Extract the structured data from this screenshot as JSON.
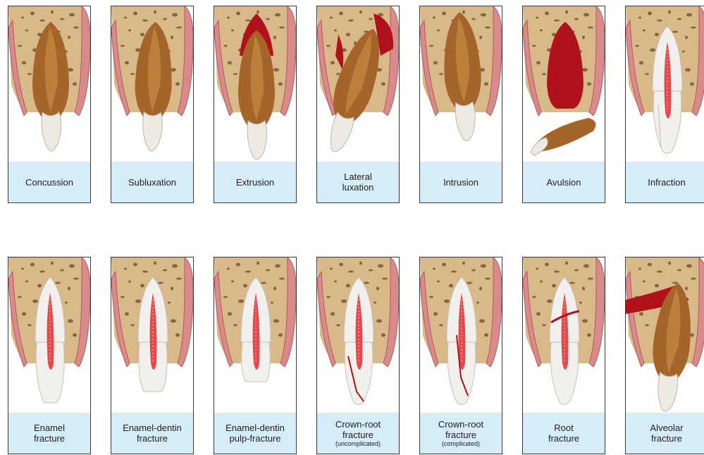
{
  "top_row": [
    {
      "id": "concussion",
      "lines": [
        "Concussion"
      ],
      "note": ""
    },
    {
      "id": "subluxation",
      "lines": [
        "Subluxation"
      ],
      "note": ""
    },
    {
      "id": "extrusion",
      "lines": [
        "Extrusion"
      ],
      "note": ""
    },
    {
      "id": "lateral-luxation",
      "lines": [
        "Lateral",
        "luxation"
      ],
      "note": ""
    },
    {
      "id": "intrusion",
      "lines": [
        "Intrusion"
      ],
      "note": ""
    },
    {
      "id": "avulsion",
      "lines": [
        "Avulsion"
      ],
      "note": ""
    },
    {
      "id": "infraction",
      "lines": [
        "Infraction"
      ],
      "note": ""
    }
  ],
  "bottom_row": [
    {
      "id": "enamel-fracture",
      "lines": [
        "Enamel",
        "fracture"
      ],
      "note": ""
    },
    {
      "id": "enamel-dentin-fracture",
      "lines": [
        "Enamel-dentin",
        "fracture"
      ],
      "note": ""
    },
    {
      "id": "enamel-dentin-pulp-fracture",
      "lines": [
        "Enamel-dentin",
        "pulp-fracture"
      ],
      "note": ""
    },
    {
      "id": "crown-root-fracture-uncomplicated",
      "lines": [
        "Crown-root",
        "fracture"
      ],
      "note": "(uncomplicated)"
    },
    {
      "id": "crown-root-fracture-complicated",
      "lines": [
        "Crown-root",
        "fracture"
      ],
      "note": "(complicated)"
    },
    {
      "id": "root-fracture",
      "lines": [
        "Root",
        "fracture"
      ],
      "note": ""
    },
    {
      "id": "alveolar-fracture",
      "lines": [
        "Alveolar",
        "fracture"
      ],
      "note": ""
    }
  ],
  "colors": {
    "bone": "#d9b98a",
    "bone_dots": "#6b4a2a",
    "gum": "#d98a8a",
    "gum_edge": "#b25a5a",
    "tooth_brown": "#a5652a",
    "tooth_light": "#c98a45",
    "enamel": "#eeeae3",
    "pulp": "#e5484d",
    "blood": "#b0121b",
    "caption_bg": "#d6ecf7"
  }
}
